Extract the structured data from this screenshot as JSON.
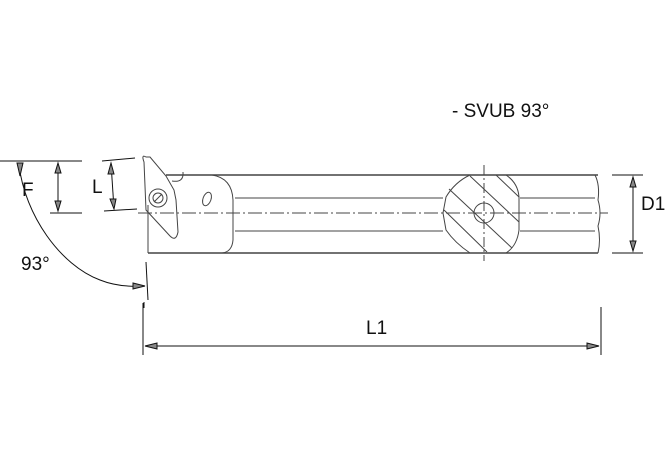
{
  "title": "- SVUB 93°",
  "labels": {
    "F": "F",
    "L": "L",
    "D1": "D1",
    "L1": "L1",
    "angle": "93°"
  },
  "colors": {
    "line": "#111111",
    "outline": "#444444",
    "background": "#ffffff"
  }
}
